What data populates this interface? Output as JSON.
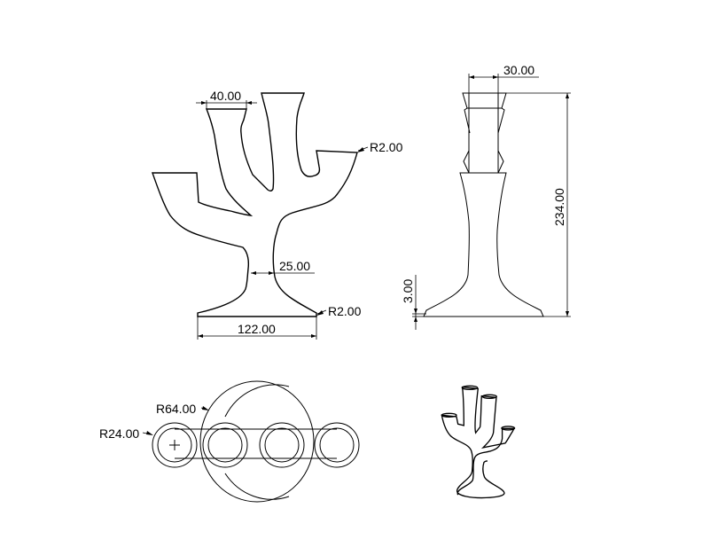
{
  "front_view": {
    "dims": {
      "top_width": "40.00",
      "branch_radius": "R2.00",
      "stem_width": "25.00",
      "base_radius": "R2.00",
      "base_width": "122.00"
    }
  },
  "side_view": {
    "dims": {
      "top_width": "30.00",
      "height": "234.00",
      "base_thickness": "3.00"
    }
  },
  "top_view": {
    "dims": {
      "base_radius": "R64.00",
      "cup_radius": "R24.00"
    }
  }
}
